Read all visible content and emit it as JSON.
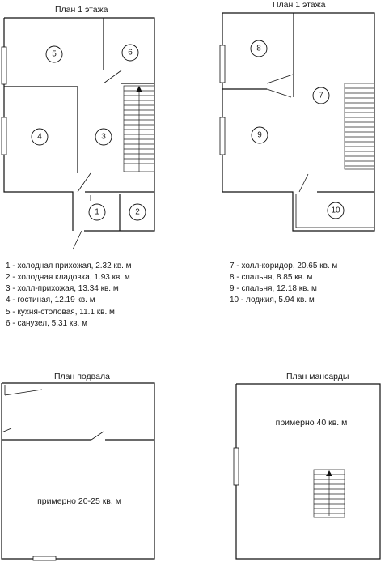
{
  "plans": {
    "left_floor": {
      "title": "План 1 этажа",
      "rooms": [
        "1",
        "2",
        "3",
        "4",
        "5",
        "6"
      ],
      "legend": [
        "1 - холодная прихожая, 2.32 кв. м",
        "2 - холодная кладовка, 1.93 кв. м",
        "3 - холл-прихожая, 13.34 кв. м",
        "4 - гостиная, 12.19 кв. м",
        "5 - кухня-столовая, 11.1 кв. м",
        "6 - санузел, 5.31 кв. м"
      ]
    },
    "right_floor": {
      "title": "План 1 этажа",
      "rooms": [
        "7",
        "8",
        "9",
        "10"
      ],
      "legend": [
        "7 - холл-коридор, 20.65 кв. м",
        "8 - спальня, 8.85 кв. м",
        "9 - спальня, 12.18 кв. м",
        "10 - лоджия, 5.94 кв. м"
      ]
    },
    "basement": {
      "title": "План подвала",
      "area_text": "примерно 20-25 кв. м"
    },
    "attic": {
      "title": "План мансарды",
      "area_text": "примерно 40 кв. м"
    }
  }
}
